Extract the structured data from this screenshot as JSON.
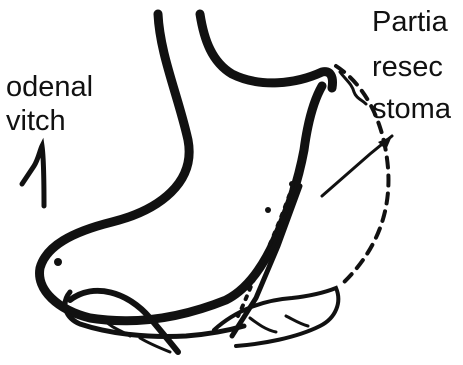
{
  "labels": {
    "left_line_1": "odenal",
    "left_line_2": "vitch",
    "right_line_1": "Partia",
    "right_line_2": "resec",
    "right_line_3": "stoma"
  },
  "colors": {
    "ink": "#111111",
    "background": "#ffffff"
  }
}
